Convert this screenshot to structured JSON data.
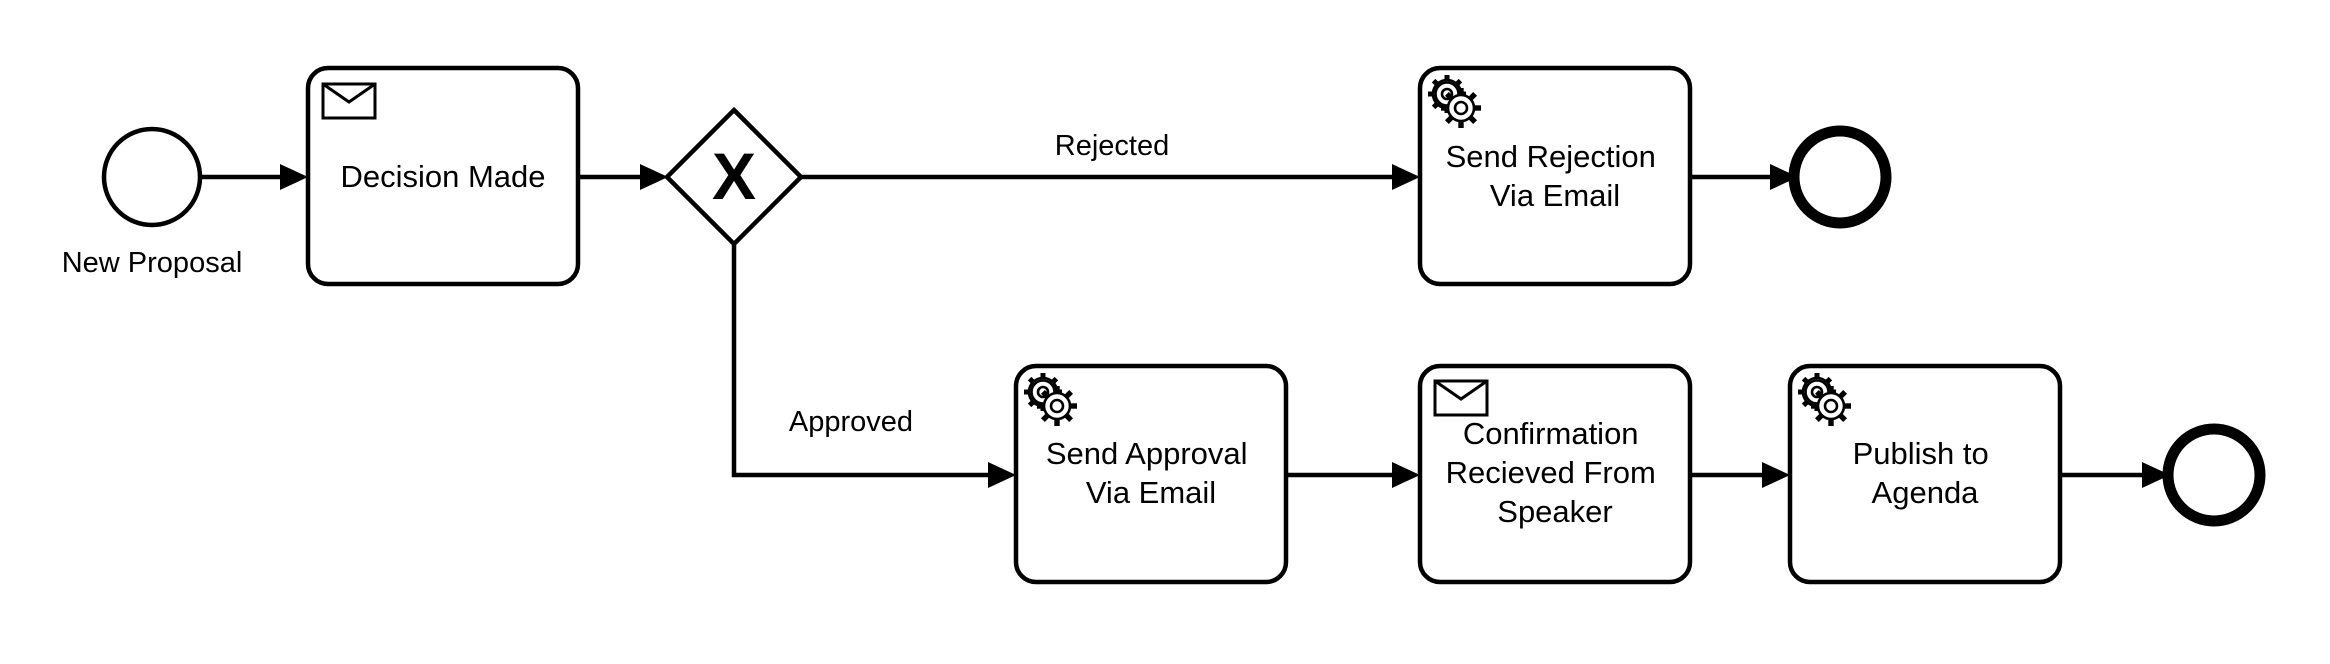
{
  "diagram": {
    "start_event": {
      "label": "New Proposal"
    },
    "tasks": {
      "decision": {
        "type": "receive",
        "icon": "envelope-icon",
        "lines": [
          "Decision Made"
        ]
      },
      "send_rejection": {
        "type": "service",
        "icon": "gear-icon",
        "lines": [
          "Send Rejection",
          "Via Email"
        ]
      },
      "send_approval": {
        "type": "service",
        "icon": "gear-icon",
        "lines": [
          "Send Approval",
          "Via Email"
        ]
      },
      "confirmation": {
        "type": "receive",
        "icon": "envelope-icon",
        "lines": [
          "Confirmation",
          "Recieved From",
          "Speaker"
        ]
      },
      "publish": {
        "type": "service",
        "icon": "gear-icon",
        "lines": [
          "Publish to",
          "Agenda"
        ]
      }
    },
    "gateway": {
      "type": "exclusive",
      "marker": "X"
    },
    "flows": {
      "rejected": "Rejected",
      "approved": "Approved"
    },
    "colors": {
      "stroke": "#000000",
      "fill": "#ffffff"
    }
  }
}
